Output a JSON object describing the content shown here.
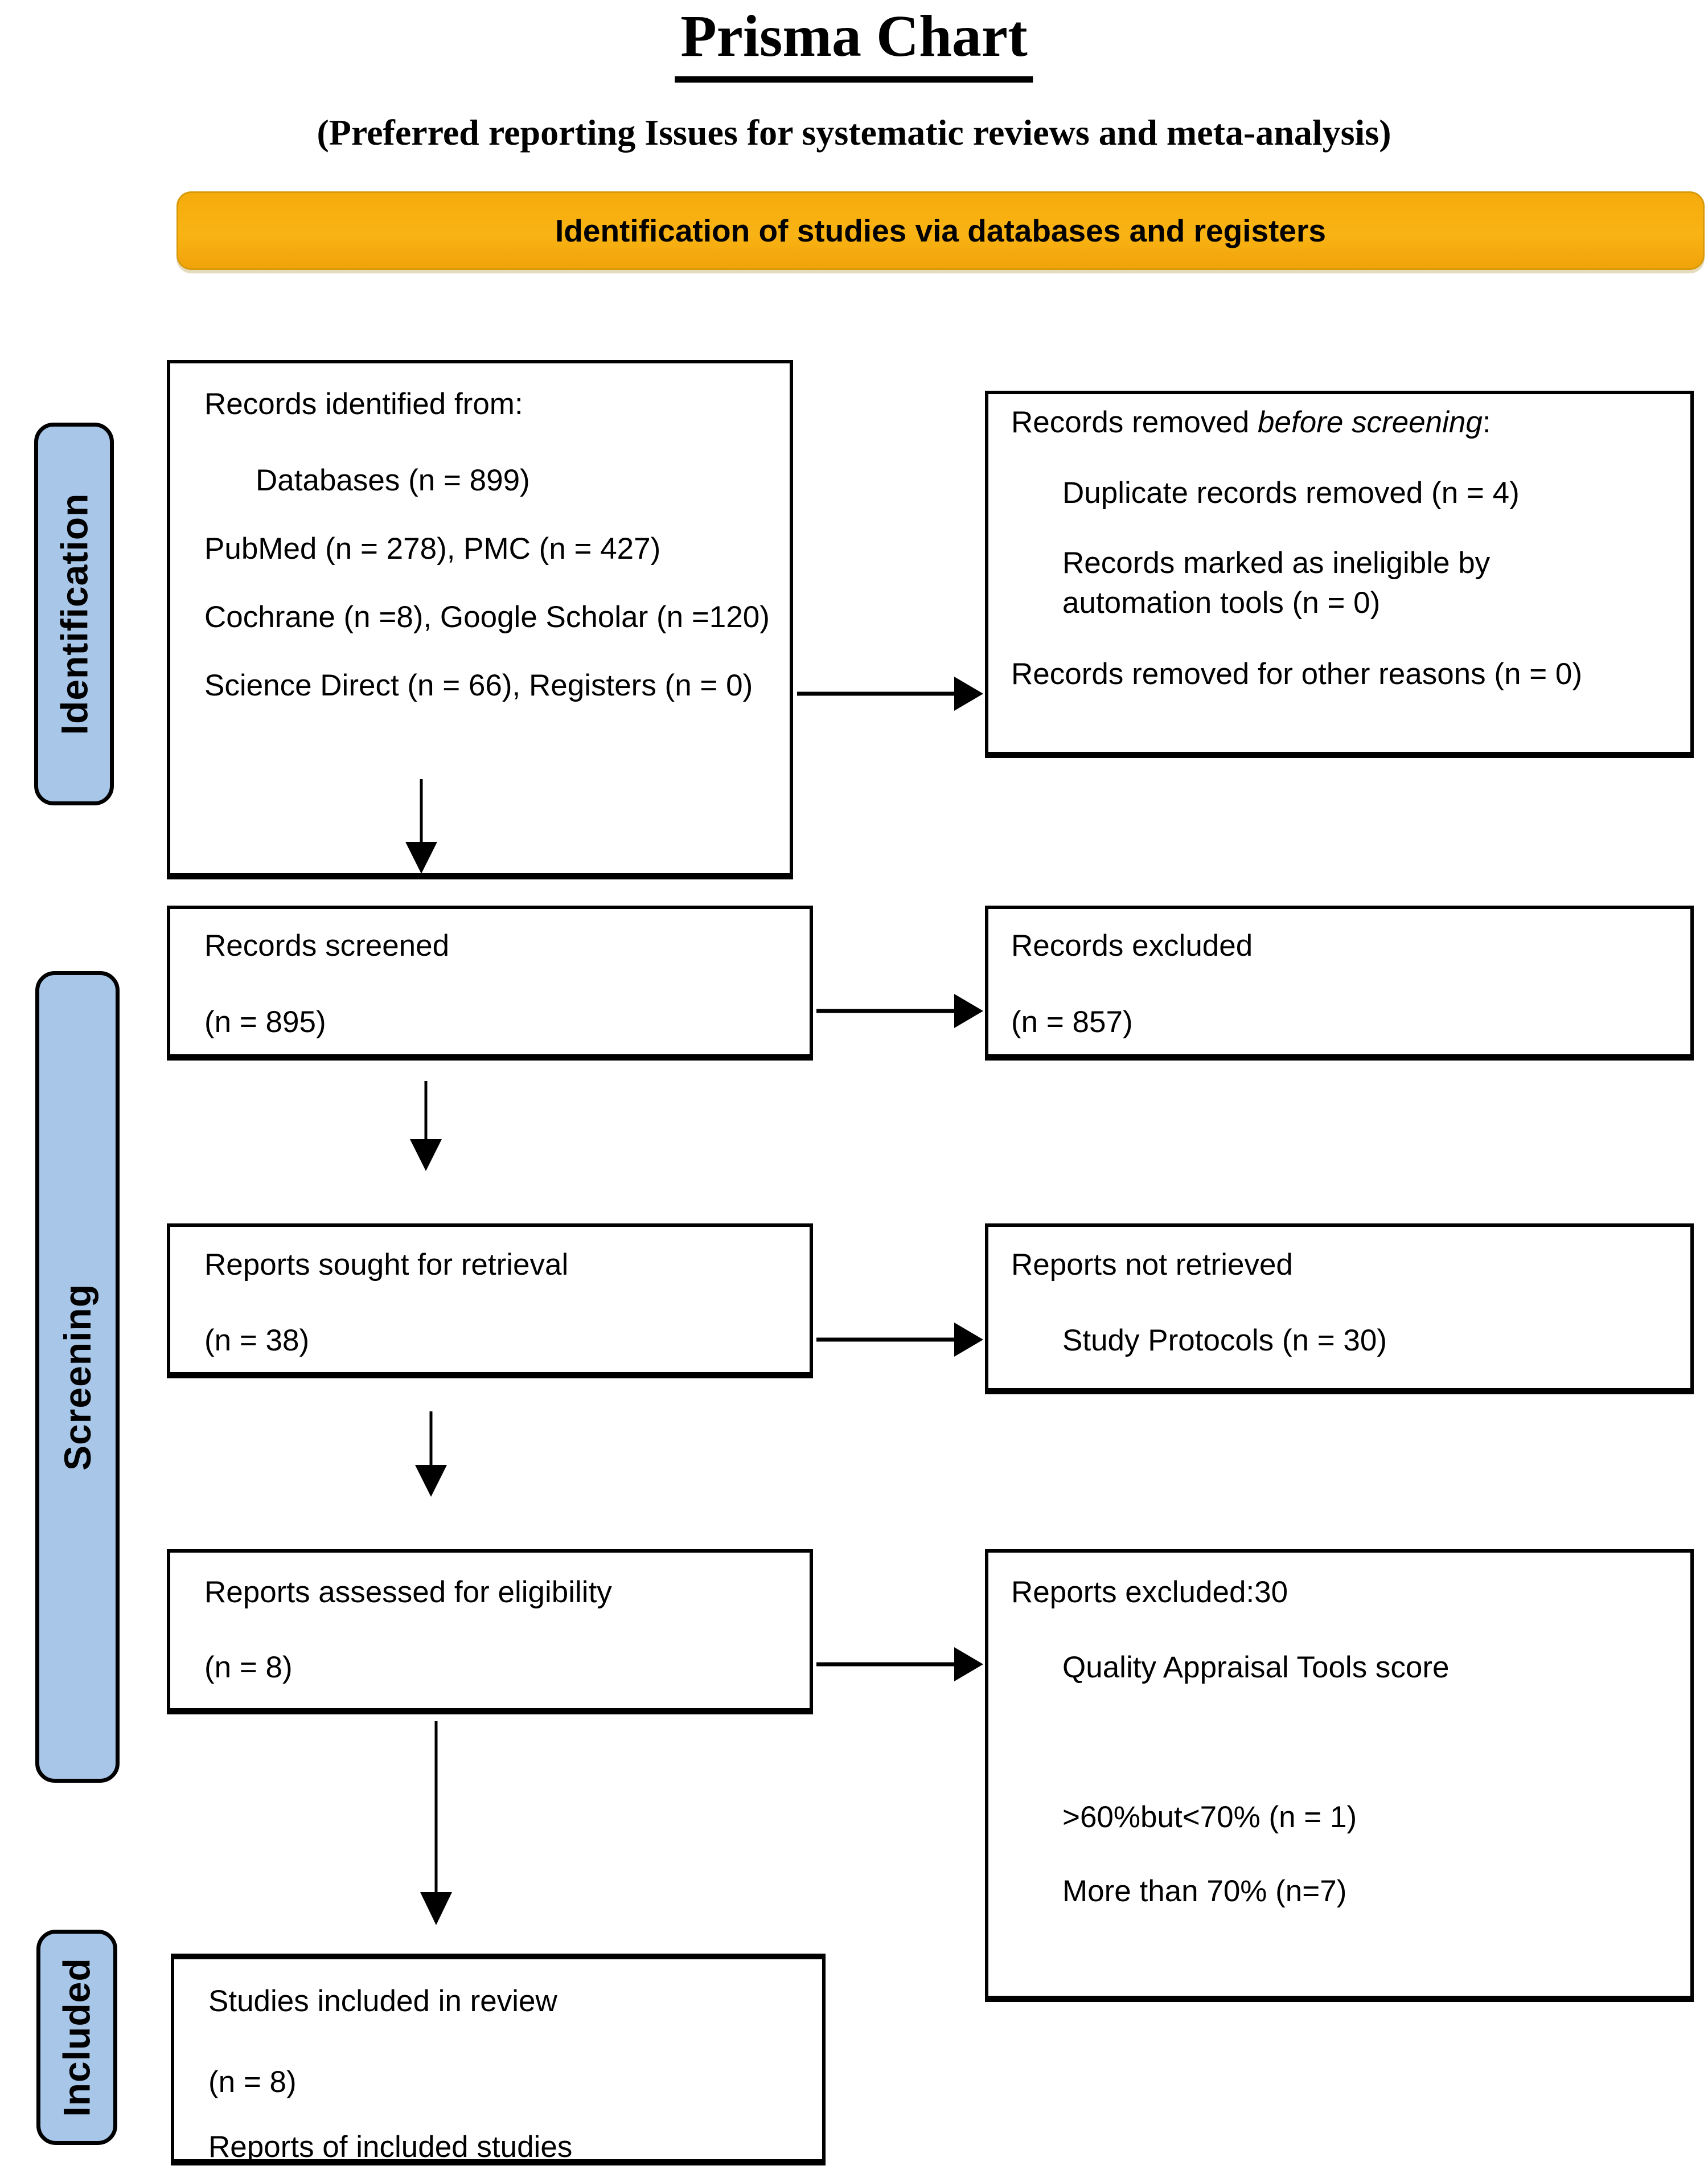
{
  "page": {
    "title": "Prisma Chart",
    "subtitle": "(Preferred reporting Issues for systematic reviews and meta-analysis)",
    "banner": "Identification of studies via databases and registers"
  },
  "stages": {
    "identification": "Identification",
    "screening": "Screening",
    "included": "Included"
  },
  "boxes": {
    "records_identified": {
      "title": "Records identified from:",
      "lines": [
        "Databases (n = 899)",
        "PubMed (n = 278), PMC (n = 427)",
        "Cochrane (n =8), Google Scholar (n =120)",
        "Science Direct (n = 66), Registers (n = 0)"
      ]
    },
    "records_removed": {
      "title_prefix": "Records removed ",
      "title_italic": "before screening",
      "title_suffix": ":",
      "lines": [
        "Duplicate records removed (n = 4)",
        "Records marked as ineligible by automation tools (n = 0)",
        "Records removed for other reasons (n = 0)"
      ]
    },
    "records_screened": {
      "lines": [
        "Records screened",
        "(n = 895)"
      ]
    },
    "records_excluded": {
      "lines": [
        "Records excluded",
        "(n = 857)"
      ]
    },
    "reports_sought": {
      "lines": [
        "Reports sought for retrieval",
        "(n = 38)"
      ]
    },
    "reports_not_retrieved": {
      "title": "Reports not retrieved",
      "lines": [
        "Study Protocols (n = 30)"
      ]
    },
    "reports_assessed": {
      "lines": [
        "Reports assessed for eligibility",
        "(n = 8)"
      ]
    },
    "reports_excluded": {
      "title": "Reports excluded:30",
      "lines": [
        "Quality Appraisal Tools score",
        ">60%but<70% (n = 1)",
        "More than 70% (n=7)"
      ]
    },
    "studies_included": {
      "lines": [
        "Studies included in review",
        "(n = 8)",
        "Reports of included studies"
      ]
    }
  },
  "colors": {
    "banner_orange": "#f6ab0c",
    "stage_blue": "#a7c6e8",
    "line_black": "#000000"
  }
}
